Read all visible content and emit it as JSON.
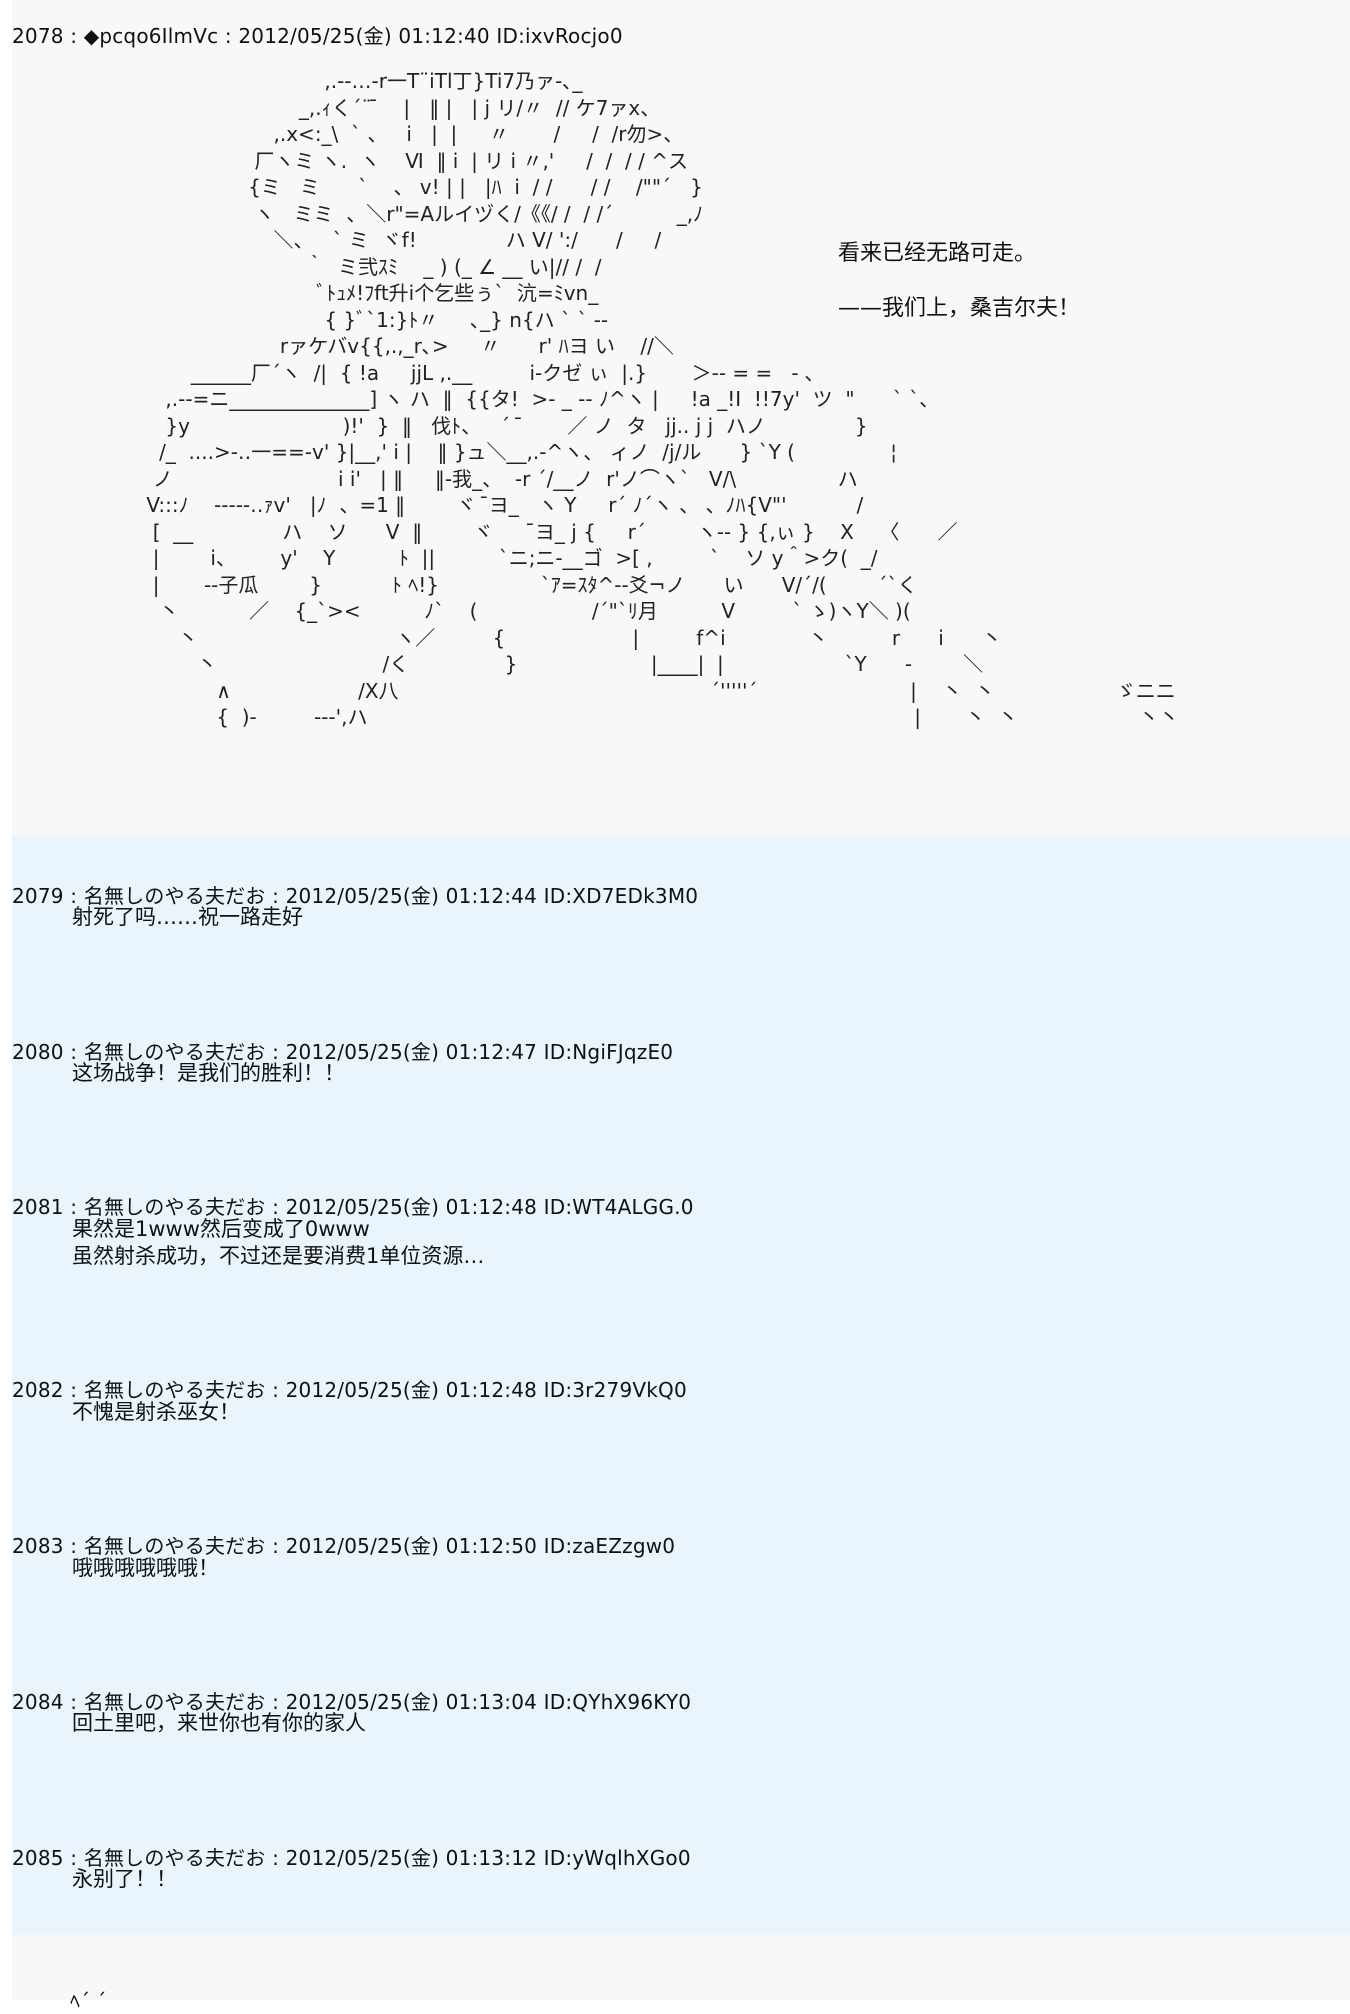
{
  "op": {
    "header": "2078 : ◆pcqo6IlmVc : 2012/05/25(金) 01:12:40 ID:ixvRocjo0",
    "ascii_art": [
      "                             ,.-‐…-r一T¨iTl丁}Ti7乃ァ-､_",
      "                         _,.ｨく´¨ ̄    |   ‖ |   | j リ/〃  // ケ7ァx、",
      "                     ,.x<:_\\  ` 、   i   |  |     〃       /     /  /r勿>、",
      "                  厂ヽミ ヽ.  ヽ    Ⅵ  ‖ i  | リ i 〃,'     /  /  / / ^ス",
      "                 {ミ   ミ      `    、 v! | |   |ﾊ  i  / /      / /    /\"\"´   }",
      "                  ヽ   ミミ  、＼r\"=Aルイヅく/《《/ /  / /´          _,ﾉ",
      "                     ＼、   ` ミ  ヾf!              ハ V/ ':/      /     /",
      "                          ｀  ミ弐ｽﾐ    _ ) (_ ∠ __ い|// /  /",
      "                            ﾞﾄｭﾒ!ﾌft升i个乞些ぅ`  沆=ﾐvn_",
      "                             { }ﾞ`1:}ﾄ〃     ､_} n{ハ ` ` ‐-",
      "                      rァケバv{{,.,_r､>     〃      r' ﾊヨ い    //＼",
      "        ______厂´ヽ  /|  { !a     jjL ,.__         i-クゼ ぃ  |.}       ＞-- = =   - ､",
      "    ,.--=ニ______________] ヽ ハ  ‖  {{タ!  >‐ _ -‐ ﾉ^ヽ |     !a _!I  !!7y'  ツ  \"      ` `、",
      "    }y                        )!'  }  ‖   伐ﾄ、   ´  ̄       ／ ノ  タ   jj.. j j  ハノ              }",
      "   /_  ....>-‥一==-v' }|__,' i |    ‖ }ュ＼__,.‐^ヽ、 ィノ  /j/ル      } `Y (               ¦",
      "  ノ                          i i'   | ‖     ‖-我_、  -r ´/__ノ  r'ノ⌒ヽ`   V/\\                ハ",
      " V:::ﾉ    --‐‐‐‥ｧv'   |ﾉ  、=1 ‖        ヾ  ̄ヨ_   ヽ Y     r´ ﾉ´ヽ 、 、ﾉﾊ{V\"'           /",
      "  [  __              ハ    ソ      V  ‖        ヾ     ¯ヨ_ j {     r´        ヽ-- } {,ぃ }    X    〈      ／",
      "  |        i、       y'    Y          ﾄ  ||          `ニ;ニ-__ゴ  >[ ,         `    ソ y＾>ク(  _/",
      "  |       --子瓜        }           ﾄ ﾍ!}                `ｱ=ｽﾀ^--爻¬ノ      い      V/´/(        ´`く",
      "   丶           ／    {_`><          ﾉ`    (                  /´\"`ﾘ月          V         ` ゝ)ヽY＼ )(",
      "      丶                               ヽ／         {                    |         f^i             丶          r      i      丶",
      "         丶                          /く               }                     |____|  |                   `Y      -        ＼",
      "            ∧                    /X八                                                 ´'''''´                        |    丶  丶                   ゞニニ",
      "            {  )-         --‐',ハ                                                                                      |       丶  丶                   丶丶"
    ],
    "narration": [
      "看来已经无路可走。",
      "——我们上，桑吉尔夫！"
    ]
  },
  "replies": [
    {
      "header": "2079 : 名無しのやる夫だお : 2012/05/25(金) 01:12:44 ID:XD7EDk3M0",
      "lines": [
        "射死了吗……祝一路走好"
      ]
    },
    {
      "header": "2080 : 名無しのやる夫だお : 2012/05/25(金) 01:12:47 ID:NgiFJqzE0",
      "lines": [
        "这场战争！是我们的胜利！！"
      ]
    },
    {
      "header": "2081 : 名無しのやる夫だお : 2012/05/25(金) 01:12:48 ID:WT4ALGG.0",
      "lines": [
        "果然是1www然后变成了0www",
        "虽然射杀成功，不过还是要消费1单位资源…"
      ]
    },
    {
      "header": "2082 : 名無しのやる夫だお : 2012/05/25(金) 01:12:48 ID:3r279VkQ0",
      "lines": [
        "不愧是射杀巫女！"
      ]
    },
    {
      "header": "2083 : 名無しのやる夫だお : 2012/05/25(金) 01:12:50 ID:zaEZzgw0",
      "lines": [
        "哦哦哦哦哦哦！"
      ]
    },
    {
      "header": "2084 : 名無しのやる夫だお : 2012/05/25(金) 01:13:04 ID:QYhX96KY0",
      "lines": [
        "回土里吧，来世你也有你的家人"
      ]
    },
    {
      "header": "2085 : 名無しのやる夫だお : 2012/05/25(金) 01:13:12 ID:yWqlhXGo0",
      "lines": [
        "永别了！！"
      ]
    }
  ],
  "bottom_fragment": "ﾍ´                                    ´"
}
